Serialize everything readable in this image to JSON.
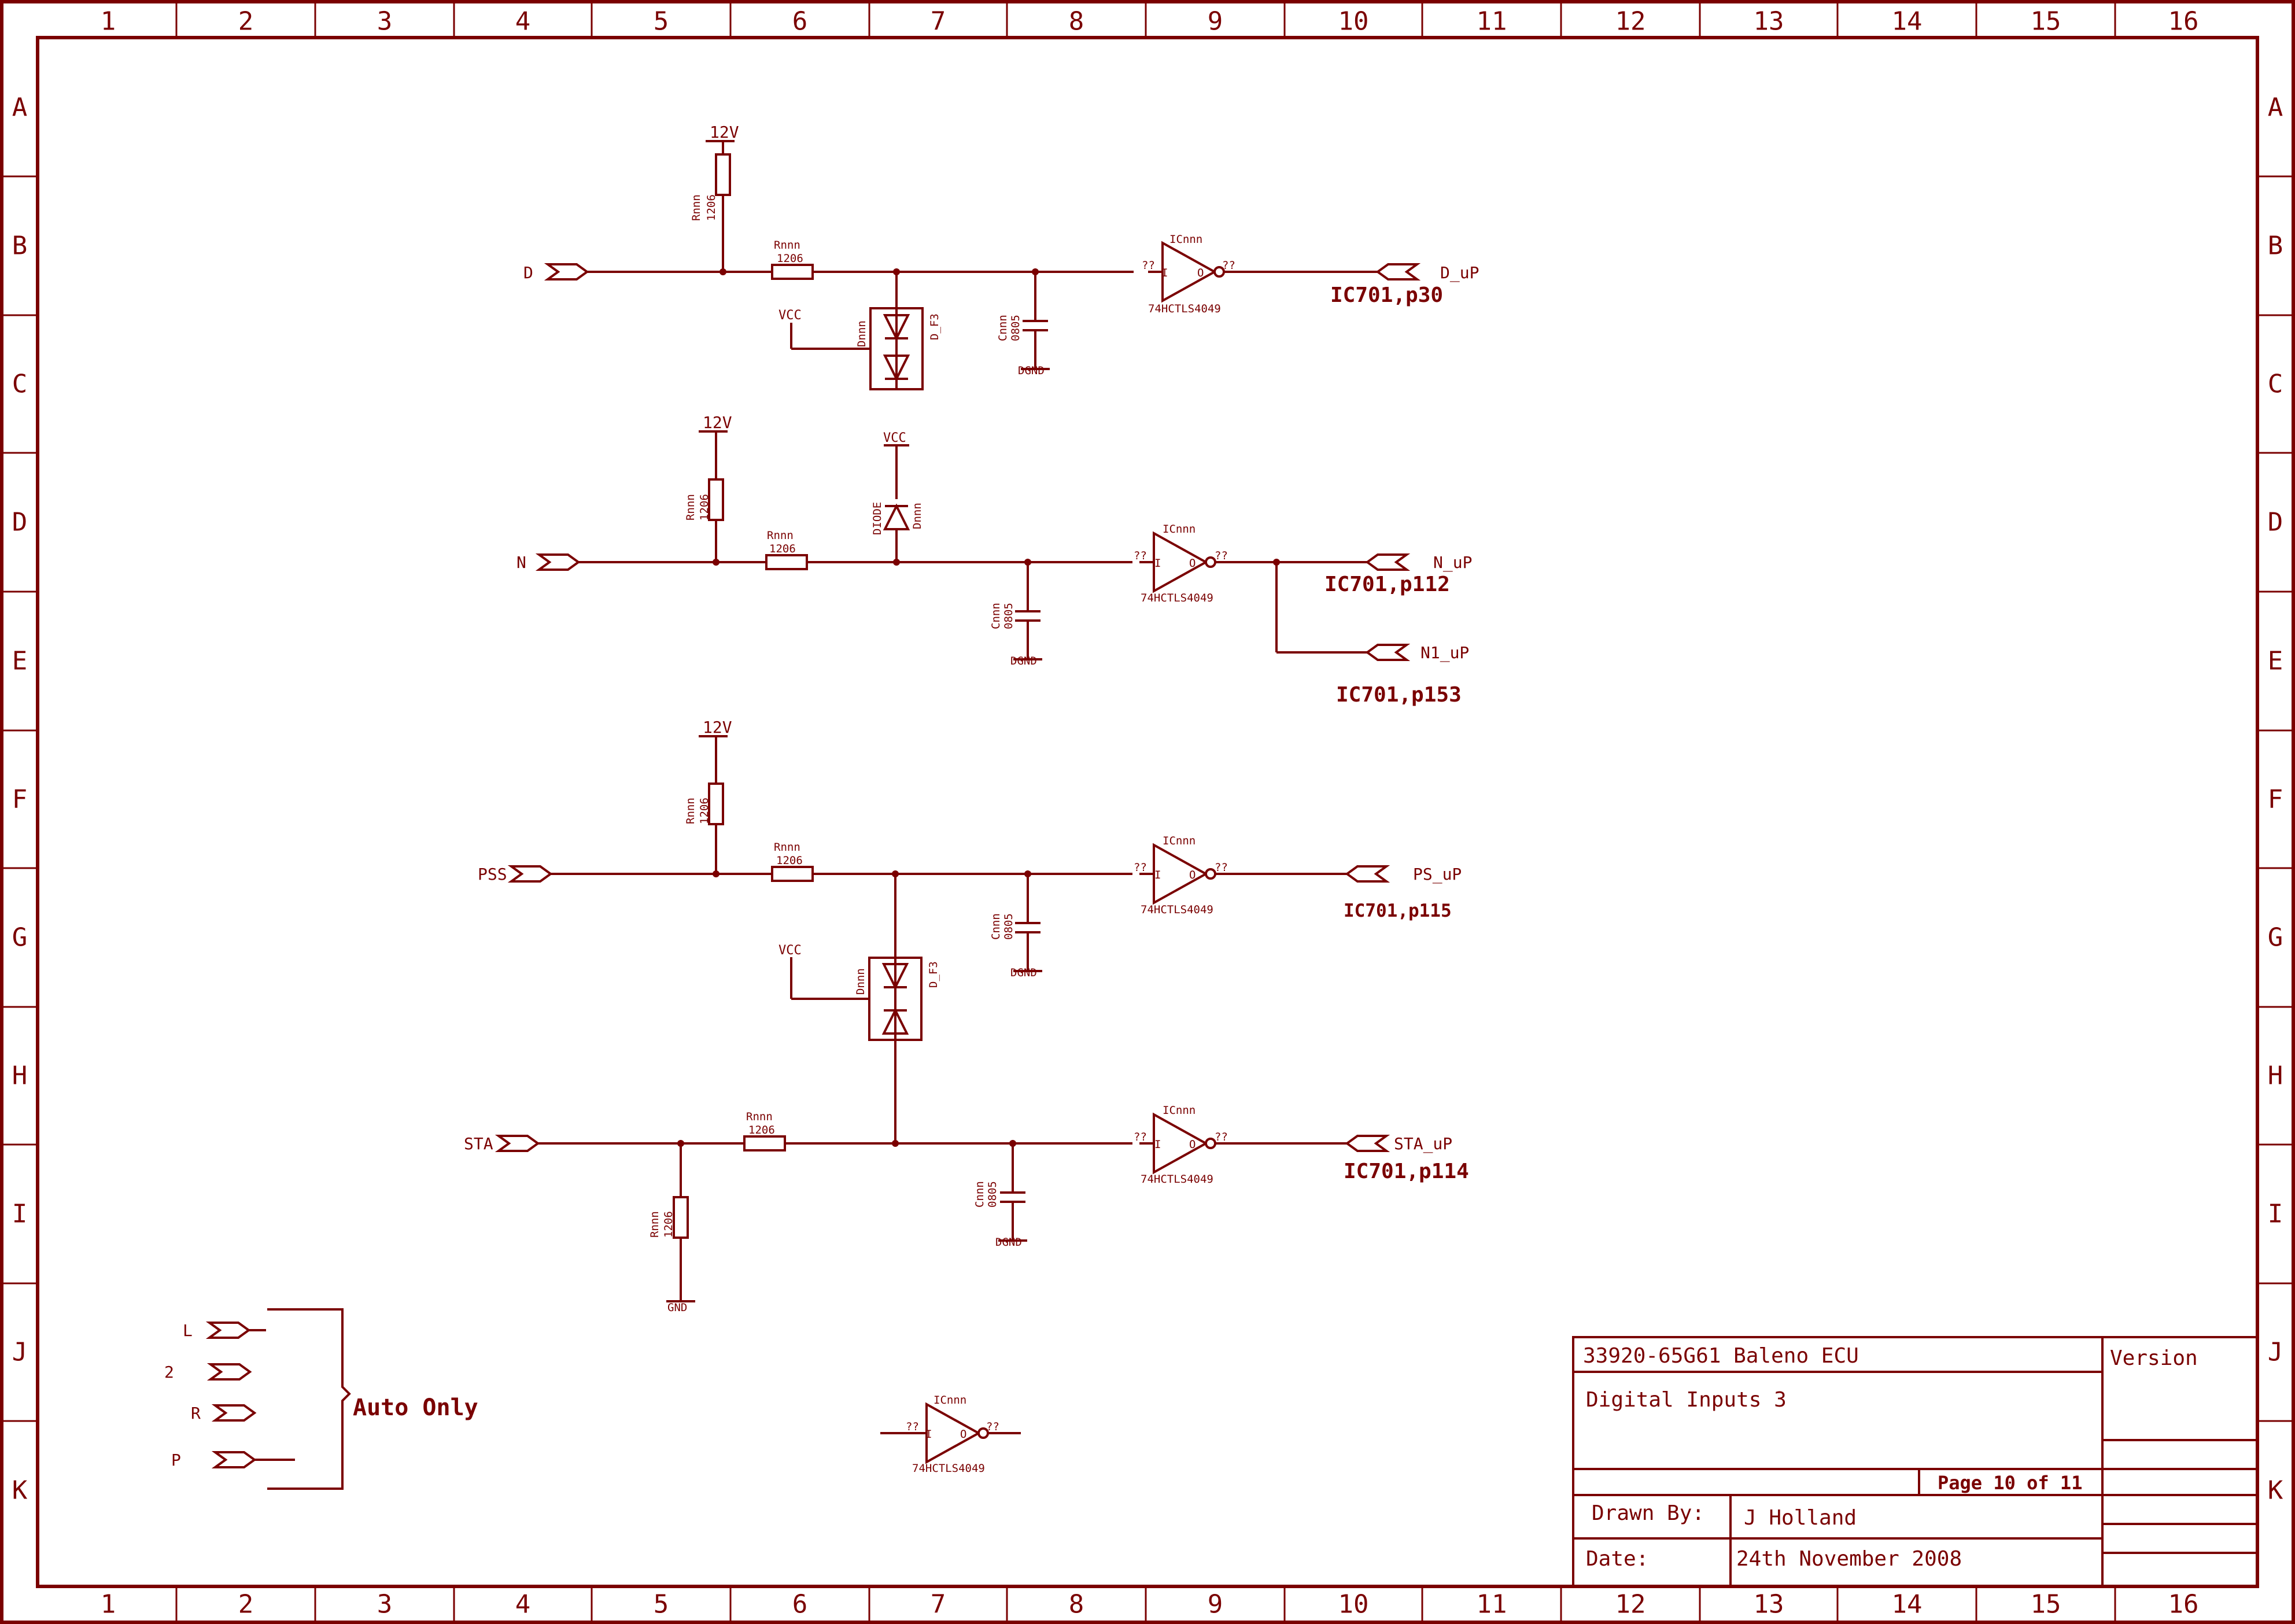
{
  "frame": {
    "columns": [
      "1",
      "2",
      "3",
      "4",
      "5",
      "6",
      "7",
      "8",
      "9",
      "10",
      "11",
      "12",
      "13",
      "14",
      "15",
      "16"
    ],
    "rows": [
      "A",
      "B",
      "C",
      "D",
      "E",
      "F",
      "G",
      "H",
      "I",
      "J",
      "K"
    ]
  },
  "colors": {
    "ink": "#7a0000",
    "paper": "#ffffff"
  },
  "nets": {
    "d_in": "D",
    "n_in": "N",
    "pss_in": "PSS",
    "sta_in": "STA",
    "d_out": "D_uP",
    "n_out": "N_uP",
    "n1_out": "N1_uP",
    "ps_out": "PS_uP",
    "sta_out": "STA_uP",
    "l_in": "L",
    "two_in": "2",
    "r_in": "R",
    "p_in": "P"
  },
  "refs": {
    "d": "IC701,p30",
    "n": "IC701,p112",
    "n1": "IC701,p153",
    "ps": "IC701,p115",
    "sta": "IC701,p114"
  },
  "parts": {
    "r_name": "Rnnn",
    "r_pkg": "1206",
    "c_name": "Cnnn",
    "c_pkg": "0805",
    "ic_name": "ICnnn",
    "ic_type": "74HCTLS4049",
    "d_name": "Dnnn",
    "d_type_f3": "D_F3",
    "d_type_diode": "DIODE",
    "pin_q": "??",
    "pin_in": "I",
    "pin_out": "O"
  },
  "power": {
    "v12": "12V",
    "vcc": "VCC",
    "dgnd": "DGND",
    "gnd": "GND"
  },
  "annotation": {
    "auto_only": "Auto Only"
  },
  "title_block": {
    "project": "33920-65G61 Baleno ECU",
    "sheet_title": "Digital Inputs 3",
    "version_label": "Version",
    "page": "Page 10 of 11",
    "drawn_by_label": "Drawn By:",
    "drawn_by": "J Holland",
    "date_label": "Date:",
    "date": "24th November 2008"
  }
}
